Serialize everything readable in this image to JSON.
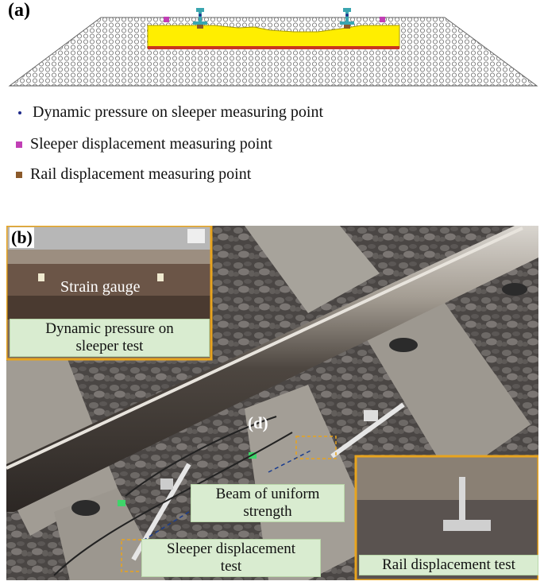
{
  "panel_a": {
    "label": "(a)",
    "legend": [
      {
        "text": "Dynamic pressure on sleeper measuring point",
        "color": "#1f2a8a",
        "marker": "dot"
      },
      {
        "text": "Sleeper displacement measuring point",
        "color": "#c13fb5",
        "marker": "square"
      },
      {
        "text": "Rail displacement measuring point",
        "color": "#8b5a2b",
        "marker": "square"
      }
    ],
    "colors": {
      "sleeper": "#ffee00",
      "ballast": "#888888",
      "rail": "#3aa6b0"
    }
  },
  "panel_b": {
    "label": "(b)",
    "strain_gauge": "Strain gauge",
    "caption_line1": "Dynamic pressure on",
    "caption_line2": "sleeper test"
  },
  "panel_d": {
    "label": "(d)"
  },
  "captions": {
    "beam_line1": "Beam of uniform",
    "beam_line2": "strength",
    "sleeper_line1": "Sleeper displacement",
    "sleeper_line2": "test",
    "rail": "Rail displacement test"
  },
  "colors": {
    "frame": "#e8a41e",
    "caption_bg": "#d9ecd0",
    "arrow": "#1a3d8f"
  }
}
